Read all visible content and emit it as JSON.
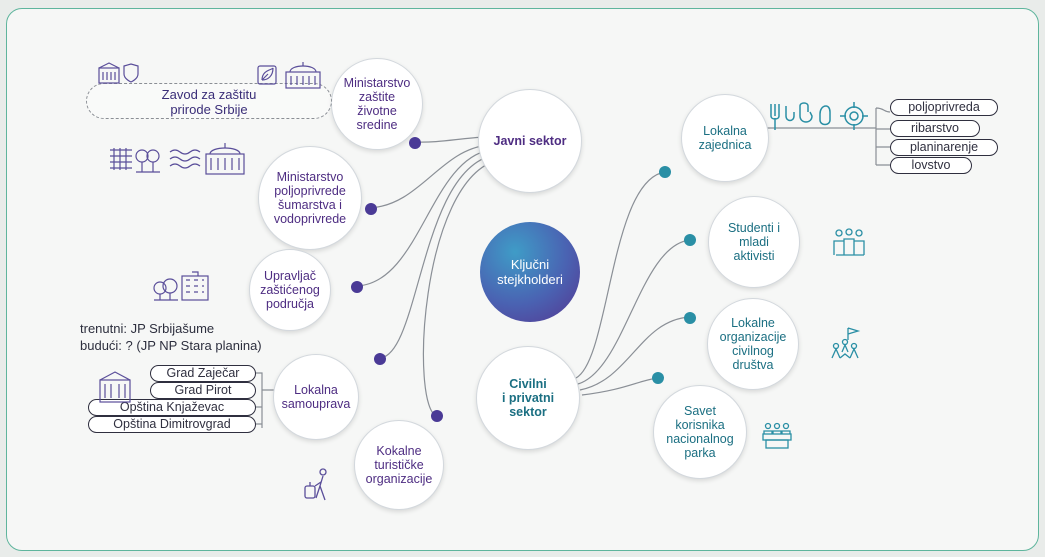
{
  "center": {
    "line1": "Ključni",
    "line2": "stejkholderi"
  },
  "hubs": {
    "javni": {
      "label": "Javni sektor"
    },
    "civilni": {
      "line1": "Civilni",
      "line2": "i privatni",
      "line3": "sektor"
    }
  },
  "javni_nodes": {
    "ministarstvo_zastite": [
      "Ministarstvo",
      "zaštite",
      "životne",
      "sredine"
    ],
    "ministarstvo_poljoprivrede": [
      "Ministarstvo",
      "poljoprivrede",
      "šumarstva i",
      "vodoprivrede"
    ],
    "upravljac": [
      "Upravljač",
      "zaštićenog",
      "područja"
    ],
    "lokalna_samouprava": [
      "Lokalna",
      "samouprava"
    ],
    "kokalne": [
      "Kokalne",
      "turističke",
      "organizacije"
    ]
  },
  "civilni_nodes": {
    "lokalna_zajednica": [
      "Lokalna",
      "zajednica"
    ],
    "studenti": [
      "Studenti i",
      "mladi",
      "aktivisti"
    ],
    "lokalne_organizacije": [
      "Lokalne",
      "organizacije",
      "civilnog",
      "društva"
    ],
    "savet": [
      "Savet",
      "korisnika",
      "nacionalnog",
      "parka"
    ]
  },
  "zavod": {
    "line1": "Zavod za zaštitu",
    "line2": "prirode Srbije"
  },
  "upravljac_note": {
    "line1": "trenutni: JP Srbijašume",
    "line2": "budući: ? (JP NP Stara planina)"
  },
  "samouprava_pills": [
    "Grad Zaječar",
    "Grad Pirot",
    "Opština Knjaževac",
    "Opština Dimitrovgrad"
  ],
  "zajednica_pills": [
    "poljoprivreda",
    "ribarstvo",
    "planinarenje",
    "lovstvo"
  ],
  "icons": {
    "zavod": [
      "building-icon",
      "shield-icon"
    ],
    "ministarstvo_zastite": [
      "leaf-icon",
      "government-building-icon"
    ],
    "ministarstvo_poljoprivrede": [
      "crop-field-icon",
      "trees-icon",
      "water-waves-icon",
      "government-building-icon"
    ],
    "upravljac": [
      "trees-icon",
      "office-building-icon"
    ],
    "samouprava": [
      "town-hall-icon"
    ],
    "turisticke": [
      "traveler-luggage-icon"
    ],
    "zajednica": [
      "farm-tools-icon",
      "fishing-hook-icon",
      "climbing-carabiner-icon",
      "target-icon"
    ],
    "studenti": [
      "group-of-people-icon"
    ],
    "organizacije": [
      "people-with-flag-icon"
    ],
    "savet": [
      "council-table-icon"
    ]
  },
  "colors": {
    "purple": "#4e2d82",
    "teal": "#1b6f82",
    "frame": "#5fb59d",
    "dot_purple": "#4a3a96",
    "dot_teal": "#2a8fa5"
  }
}
